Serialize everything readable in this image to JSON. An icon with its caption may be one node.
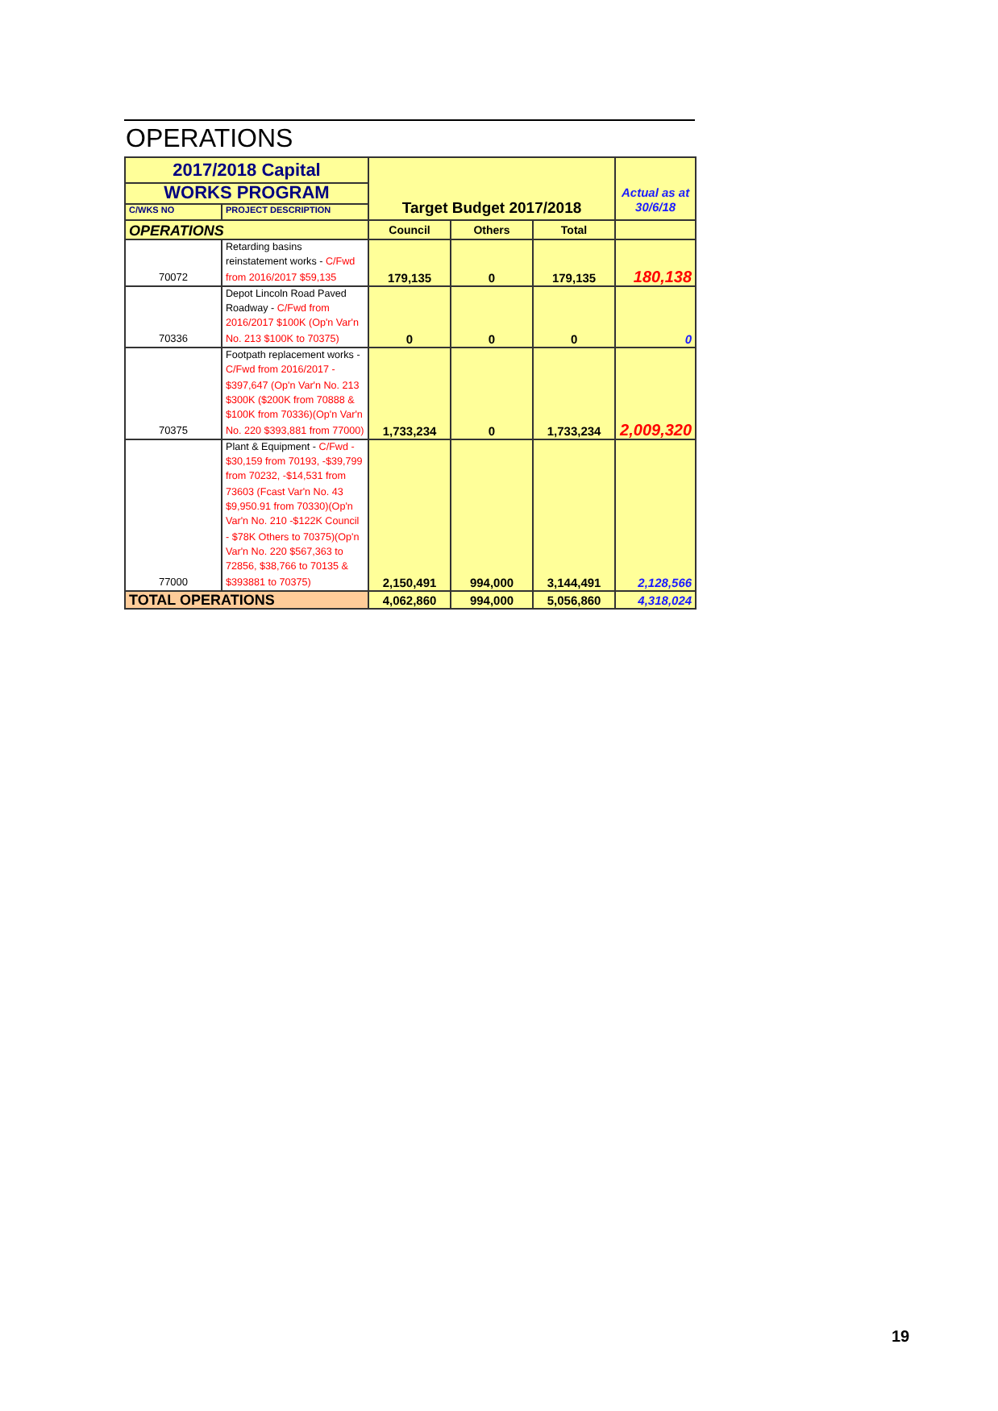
{
  "diagram": {
    "title": "OPERATIONS",
    "labels": [
      "2017/2018 Capital",
      "WORKS PROGRAM",
      "Target Budget 2017/2018",
      "Actual as at 30/6/18",
      "C/WKS NO",
      "PROJECT DESCRIPTION",
      "OPERATIONS",
      "Council",
      "Others",
      "Total",
      "70072",
      "Retarding basins reinstatement works -",
      "C/Fwd from 2016/2017 $59,135",
      "179,135",
      "0",
      "179,135",
      "180,138",
      "70336",
      "Depot Lincoln Road Paved Roadway -",
      "C/Fwd from 2016/2017 $100K (Op'n Var'n No. 213 $100K to 70375)",
      "0",
      "0",
      "0",
      "0",
      "70375",
      "Footpath replacement works -",
      "C/Fwd from 2016/2017 - $397,647 (Op'n Var'n No. 213 $300K ($200K from 70888 & $100K from 70336)(Op'n Var'n No. 220 $393,881 from 77000)",
      "1,733,234",
      "0",
      "1,733,234",
      "2,009,320",
      "77000",
      "Plant & Equipment -",
      "C/Fwd - $30,159 from 70193, -$39,799 from 70232, -$14,531 from 73603 (Fcast Var'n No. 43 $9,950.91 from 70330)(Op'n Var'n No. 210 -$122K Council - $78K Others to 70375)(Op'n Var'n No. 220 $567,363 to 72856, $38,766 to 70135 & $393881 to 70375)",
      "2,150,491",
      "994,000",
      "3,144,491",
      "2,128,566",
      "TOTAL OPERATIONS",
      "4,062,860",
      "994,000",
      "5,056,860",
      "4,318,024",
      "19"
    ]
  }
}
